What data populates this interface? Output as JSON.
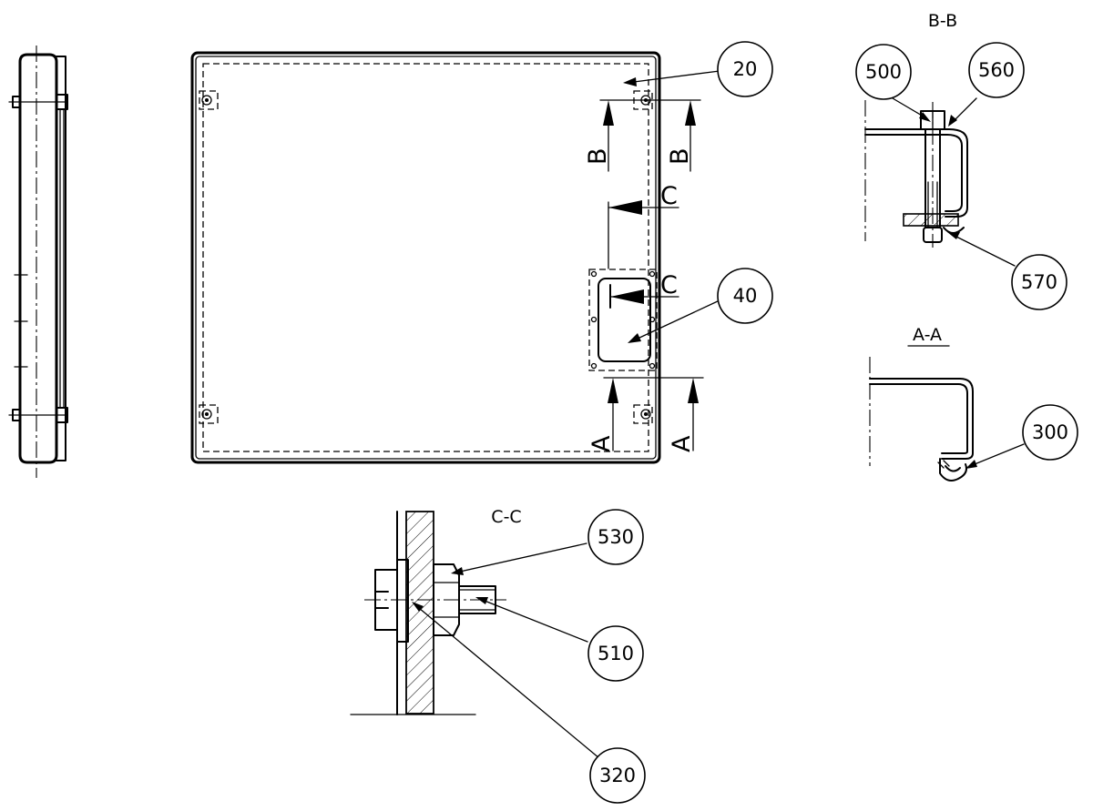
{
  "balloons": {
    "b20": "20",
    "b40": "40",
    "b500": "500",
    "b560": "560",
    "b570": "570",
    "b300": "300",
    "b530": "530",
    "b510": "510",
    "b320": "320"
  },
  "section_marks": {
    "B": "B",
    "A": "A",
    "C": "C"
  },
  "section_titles": {
    "bb": "B-B",
    "aa": "A-A",
    "cc": "C-C"
  }
}
